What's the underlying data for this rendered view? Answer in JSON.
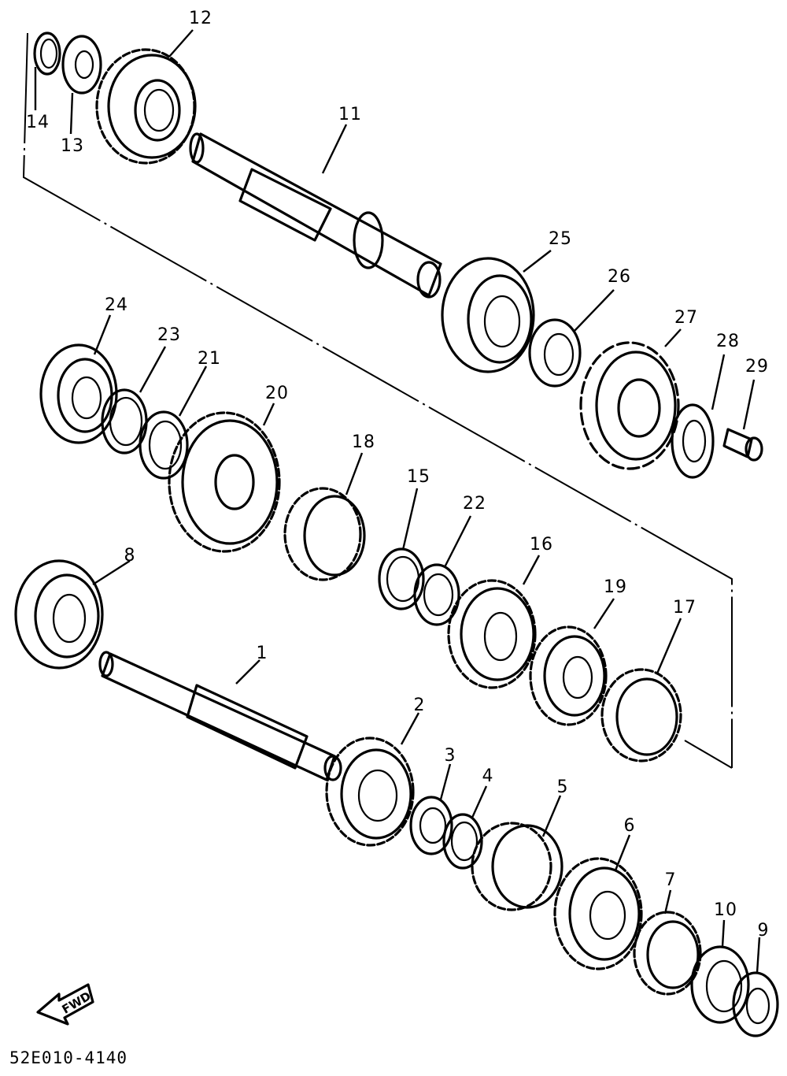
{
  "diagram_code": "52E010-4140",
  "fwd_label": "FWD",
  "labels": {
    "p1": "1",
    "p2": "2",
    "p3": "3",
    "p4": "4",
    "p5": "5",
    "p6": "6",
    "p7": "7",
    "p8": "8",
    "p9": "9",
    "p10": "10",
    "p11": "11",
    "p12": "12",
    "p13": "13",
    "p14": "14",
    "p15": "15",
    "p16": "16",
    "p17": "17",
    "p18": "18",
    "p19": "19",
    "p20": "20",
    "p21": "21",
    "p22": "22",
    "p23": "23",
    "p24": "24",
    "p25": "25",
    "p26": "26",
    "p27": "27",
    "p28": "28",
    "p29": "29"
  }
}
